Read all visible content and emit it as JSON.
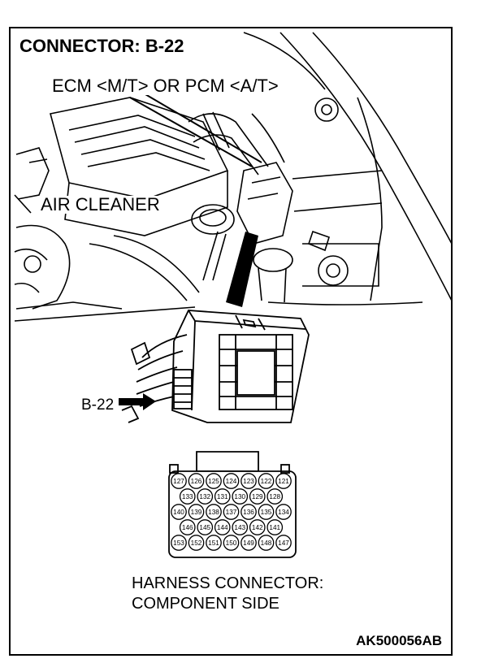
{
  "diagram": {
    "title": "CONNECTOR: B-22",
    "ecm_label": "ECM <M/T> OR PCM <A/T>",
    "air_cleaner_label": "AIR CLEANER",
    "connector_label": "B-22",
    "harness_line1": "HARNESS CONNECTOR:",
    "harness_line2": "COMPONENT SIDE",
    "figure_code": "AK500056AB",
    "pin_rows": [
      [
        "127",
        "126",
        "125",
        "124",
        "123",
        "122",
        "121"
      ],
      [
        "133",
        "132",
        "131",
        "130",
        "129",
        "128"
      ],
      [
        "140",
        "139",
        "138",
        "137",
        "136",
        "135",
        "134"
      ],
      [
        "146",
        "145",
        "144",
        "143",
        "142",
        "141"
      ],
      [
        "153",
        "152",
        "151",
        "150",
        "149",
        "148",
        "147"
      ]
    ]
  }
}
